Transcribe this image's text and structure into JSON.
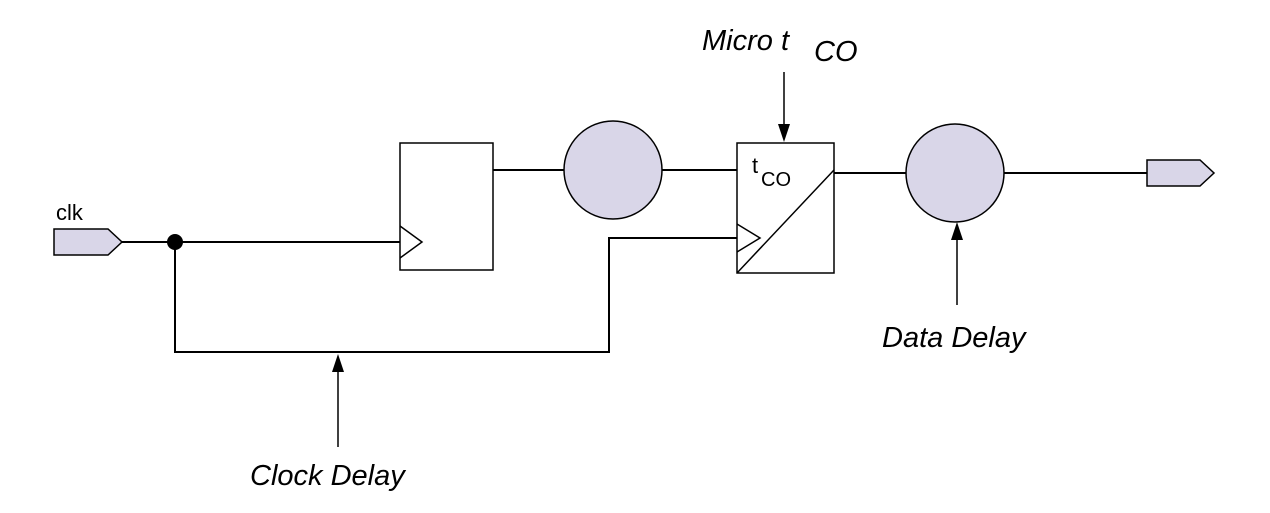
{
  "labels": {
    "clk": "clk",
    "micro_prefix": "Micro t",
    "micro_sub": "CO",
    "tco_t": "t",
    "tco_sub": "CO",
    "data_delay": "Data Delay",
    "clock_delay": "Clock Delay"
  },
  "colors": {
    "bubble_fill": "#d9d6e8",
    "line": "#000000"
  }
}
